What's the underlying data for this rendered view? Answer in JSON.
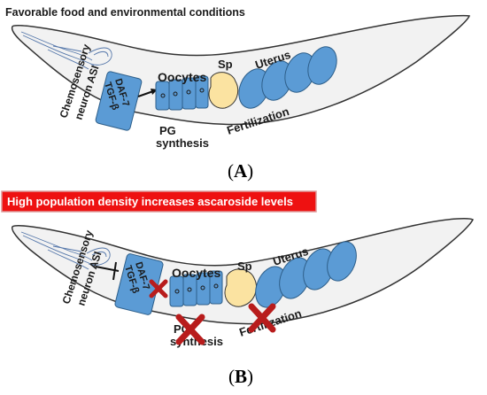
{
  "panel_a": {
    "heading": "Favorable food and environmental conditions",
    "neuron_line1": "Chemosensory",
    "neuron_line2": "neuron ASI",
    "daf7": "DAF-7",
    "tgfb": "TGF-β",
    "oocytes": "Oocytes",
    "sp": "Sp",
    "uterus": "Uterus",
    "fertilization": "Fertilization",
    "pg_line1": "PG",
    "pg_line2": "synthesis",
    "label_open": "(",
    "label_letter": "A",
    "label_close": ")"
  },
  "panel_b": {
    "banner": "High population density increases ascaroside levels",
    "neuron_line1": "Chemosensory",
    "neuron_line2": "neuron ASI",
    "daf7": "DAF-7",
    "tgfb": "TGF-β",
    "oocytes": "Oocytes",
    "sp": "Sp",
    "uterus": "Uterus",
    "fertilization": "Fertilization",
    "pg_line1": "PG",
    "pg_line2": "synthesis",
    "label_open": "(",
    "label_letter": "B",
    "label_close": ")"
  },
  "colors": {
    "worm_fill": "#f2f2f2",
    "worm_stroke": "#333333",
    "cell_fill": "#5b9bd5",
    "cell_stroke": "#2e5f8a",
    "sperm_fill": "#fbe3a1",
    "banner_fill": "#ee1111",
    "inhibit_x": "#b81c1c"
  }
}
